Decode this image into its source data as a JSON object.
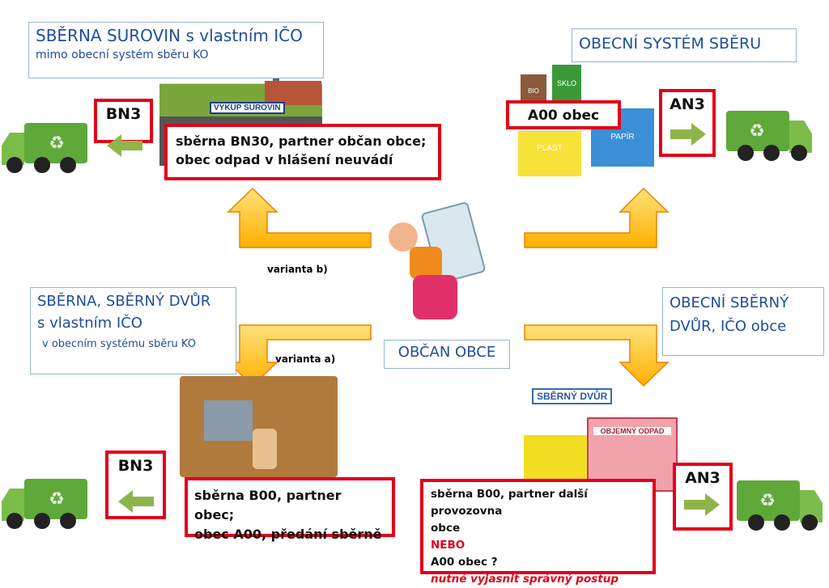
{
  "top_left": {
    "title": "SBĚRNA SUROVIN s vlastním IČO",
    "subtitle": "mimo obecní systém sběru KO",
    "photo_sign": "VÝKUP SUROVIN",
    "code": "BN3",
    "note_line1": "sběrna BN30, partner občan obce;",
    "note_line2": "obec odpad v hlášení neuvádí"
  },
  "top_right": {
    "title": "OBECNÍ SYSTÉM SBĚRU",
    "note": "A00 obec",
    "code": "AN3",
    "bin_labels": [
      "BIO",
      "SKLO",
      "PLAST",
      "PAPÍR"
    ]
  },
  "center": {
    "label": "OBČAN OBCE",
    "variant_b": "varianta b)",
    "variant_a": "varianta a)"
  },
  "bottom_left": {
    "title_line1": "SBĚRNA, SBĚRNÝ DVŮR",
    "title_line2": "s vlastním IČO",
    "title_line3": "v obecním systému sběru KO",
    "code": "BN3",
    "note_line1": "sběrna B00, partner obec;",
    "note_line2": "obec A00, předání sběrně"
  },
  "bottom_right": {
    "title_line1": "OBECNÍ SBĚRNÝ",
    "title_line2": "DVŮR, IČO obce",
    "sign": "SBĚRNÝ DVŮR",
    "container_label": "OBJEMNÝ ODPAD",
    "code": "AN3",
    "note_line1": "sběrna B00, partner další provozovna",
    "note_line2": "obce",
    "note_or": "NEBO",
    "note_line3": "A00 obec ?",
    "note_warning": "nutné vyjasnit správný postup"
  },
  "colors": {
    "red": "#e2001a",
    "blue_text": "#1f4e9c",
    "arrow": "#ffc000",
    "truck": "#6aae3a"
  }
}
